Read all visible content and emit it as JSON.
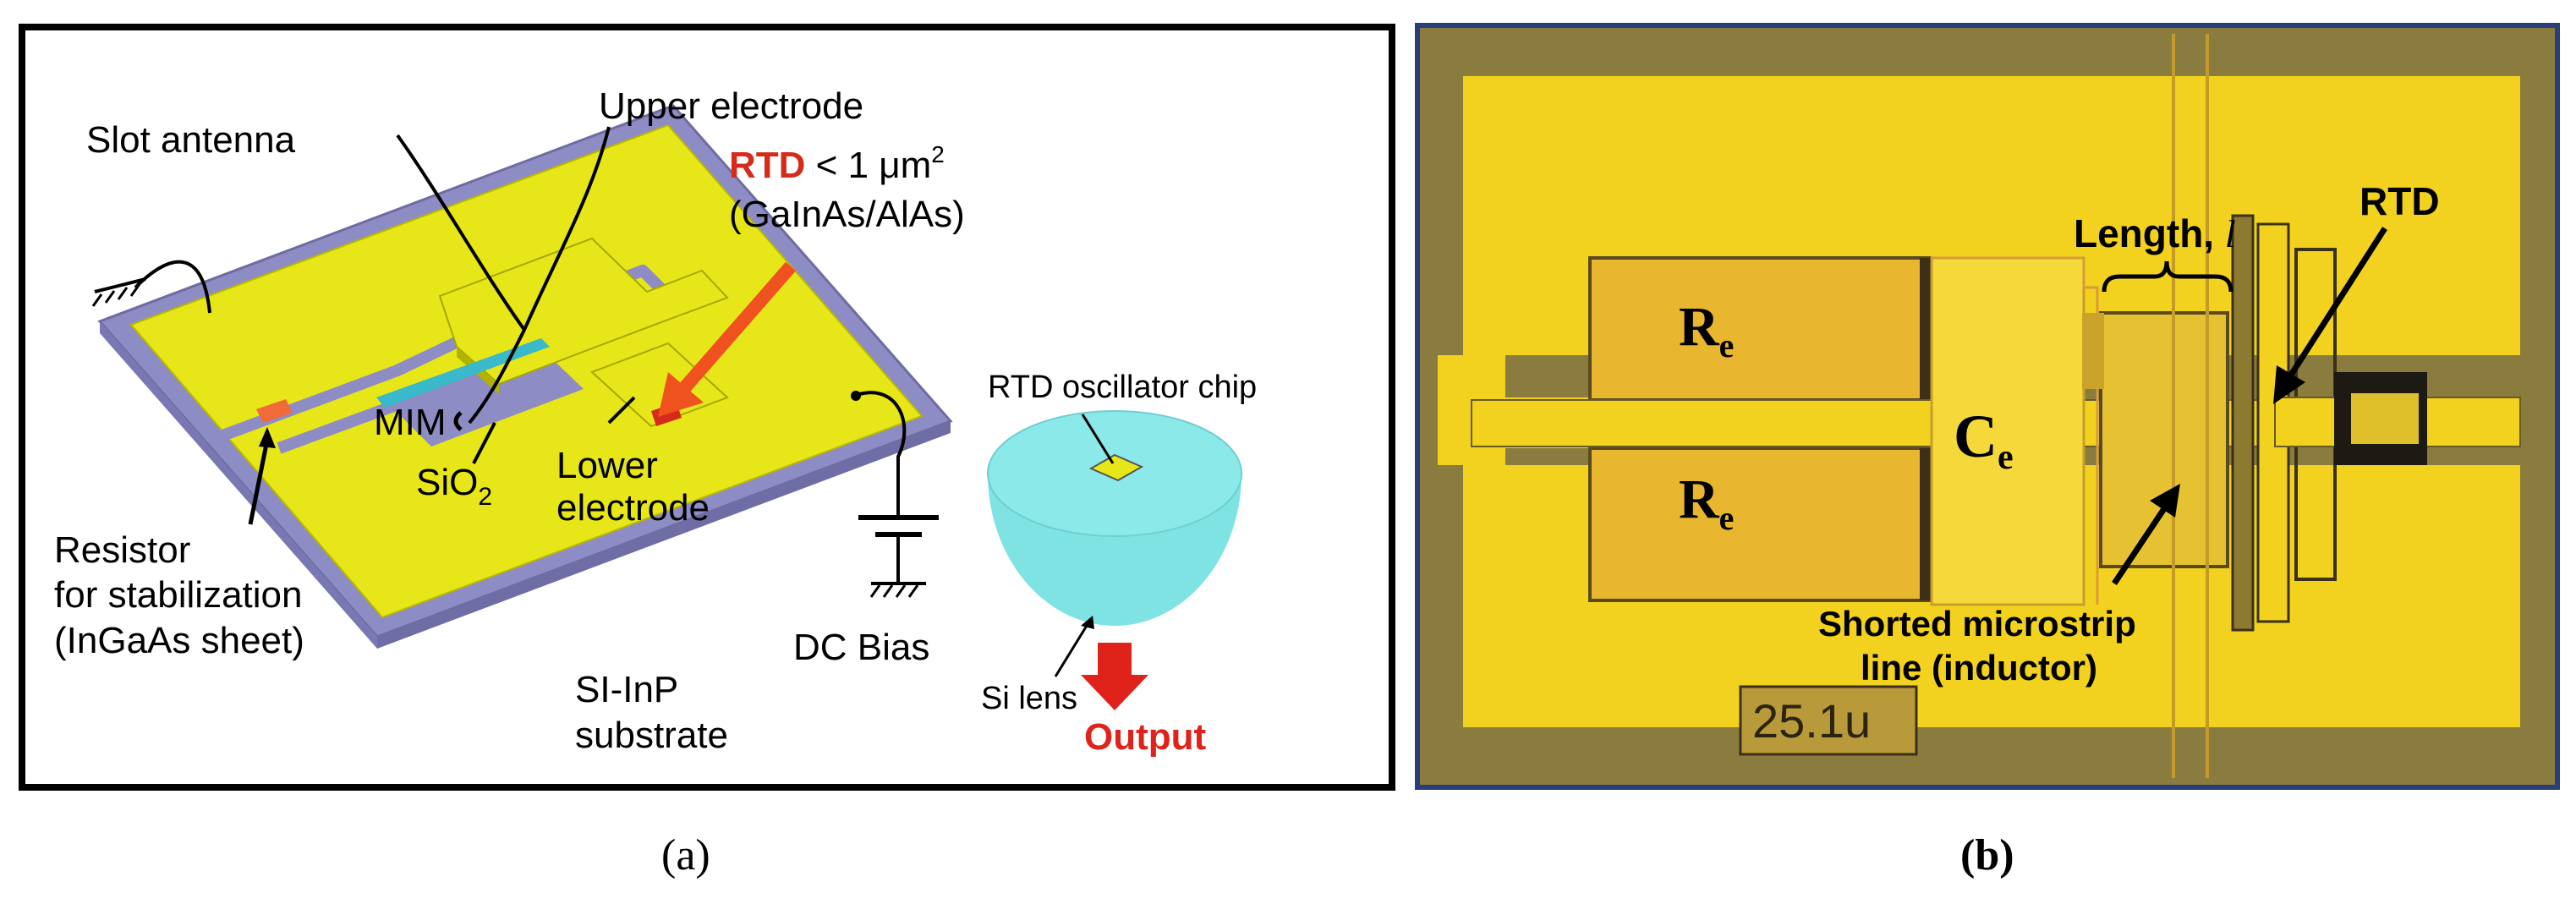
{
  "panel_a": {
    "caption": "(a)",
    "labels": {
      "slot_antenna": "Slot antenna",
      "upper_electrode": "Upper electrode",
      "rtd_word": "RTD",
      "rtd_size": " < 1 μm",
      "rtd_size_exp": "2",
      "rtd_material": "(GaInAs/AlAs)",
      "mim": "MIM",
      "sio2_base": "SiO",
      "sio2_sub": "2",
      "lower_electrode_1": "Lower",
      "lower_electrode_2": "electrode",
      "resistor_1": "Resistor",
      "resistor_2": "for stabilization",
      "resistor_3": "(InGaAs sheet)",
      "substrate_1": "SI-InP",
      "substrate_2": "substrate",
      "dc_bias": "DC Bias",
      "chip": "RTD oscillator chip",
      "si_lens": "Si lens",
      "output": "Output"
    },
    "colors": {
      "frame": "#000000",
      "substrate": "#8e8cc4",
      "metal": "#e6e619",
      "lens": "#7fe3e4",
      "rtd_red": "#d62a1a",
      "arrow_orange": "#f0521f",
      "output_red": "#e0231a"
    }
  },
  "panel_b": {
    "caption": "(b)",
    "labels": {
      "length": "Length, ",
      "length_symbol": "l",
      "rtd": "RTD",
      "re_upper": "R",
      "re_upper_sub": "e",
      "re_lower": "R",
      "re_lower_sub": "e",
      "ce": "C",
      "ce_sub": "e",
      "shorted_1": "Shorted microstrip",
      "shorted_2": "line (inductor)",
      "scale": "25.1u"
    },
    "colors": {
      "frame": "#2a3f7a",
      "gold": "#f2d21e",
      "dark": "#7a6a2a"
    }
  }
}
